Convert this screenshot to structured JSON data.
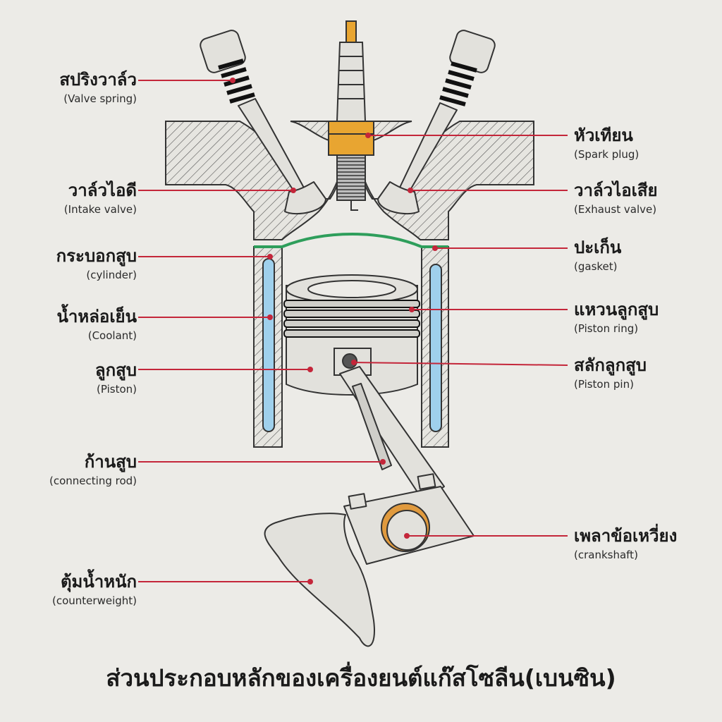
{
  "title": "ส่วนประกอบหลักของเครื่องยนต์แก๊สโซลีน(เบนซิน)",
  "colors": {
    "leader_line": "#c4263a",
    "outline": "#333333",
    "coolant": "#9fd0ec",
    "gasket": "#2e9e5b",
    "spark_plug_nut": "#e8a531",
    "bearing_ring": "#e09a3e",
    "part_fill": "#e2e1dc"
  },
  "labels": {
    "valve_spring": {
      "th": "สปริงวาล์ว",
      "en": "(Valve spring)"
    },
    "intake_valve": {
      "th": "วาล์วไอดี",
      "en": "(Intake valve)"
    },
    "cylinder": {
      "th": "กระบอกสูบ",
      "en": "(cylinder)"
    },
    "coolant": {
      "th": "น้ำหล่อเย็น",
      "en": "(Coolant)"
    },
    "piston": {
      "th": "ลูกสูบ",
      "en": "(Piston)"
    },
    "connecting_rod": {
      "th": "ก้านสูบ",
      "en": "(connecting rod)"
    },
    "counterweight": {
      "th": "ตุ้มน้ำหนัก",
      "en": "(counterweight)"
    },
    "spark_plug": {
      "th": "หัวเทียน",
      "en": "(Spark plug)"
    },
    "exhaust_valve": {
      "th": "วาล์วไอเสีย",
      "en": "(Exhaust valve)"
    },
    "gasket": {
      "th": "ปะเก็น",
      "en": "(gasket)"
    },
    "piston_ring": {
      "th": "แหวนลูกสูบ",
      "en": "(Piston ring)"
    },
    "piston_pin": {
      "th": "สลักลูกสูบ",
      "en": "(Piston pin)"
    },
    "crankshaft": {
      "th": "เพลาข้อเหวี่ยง",
      "en": "(crankshaft)"
    }
  }
}
